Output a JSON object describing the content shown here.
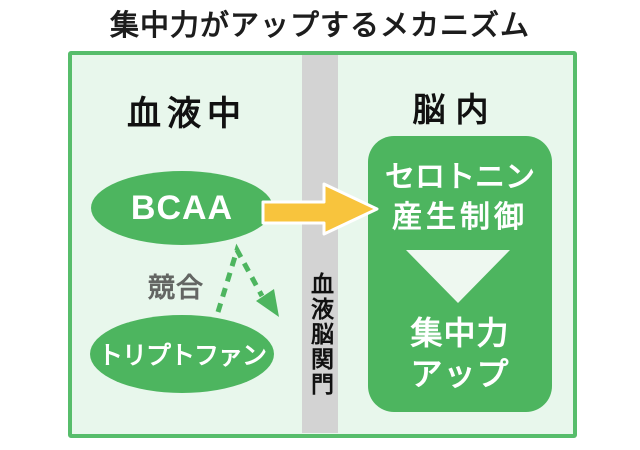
{
  "title": "集中力がアップするメカニズム",
  "left_section": {
    "heading": "血液中",
    "bcaa_label": "BCAA",
    "competition_label": "競合",
    "tryptophan_label": "トリプトファン"
  },
  "barrier": {
    "label": "血液脳関門"
  },
  "right_section": {
    "heading": "脳内",
    "process_box": {
      "line1": "セロトニン",
      "line2": "産生制御",
      "result_line1": "集中力",
      "result_line2": "アップ"
    }
  },
  "colors": {
    "green_main": "#4db55f",
    "green_border": "#57bd6b",
    "bg_light_green": "#e8f7ec",
    "barrier_gray": "#d3d3d3",
    "arrow_yellow": "#f8c43d",
    "text_dark": "#1d1d1d",
    "competition_gray": "#636663"
  }
}
